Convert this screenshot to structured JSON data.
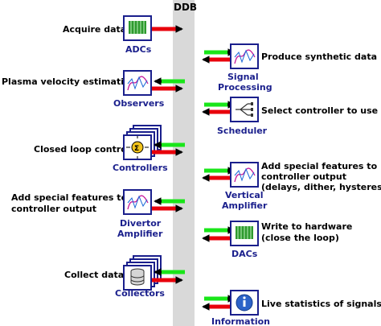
{
  "bus": {
    "label": "DDB"
  },
  "left_modules": [
    {
      "name": "ADCs",
      "description": "Acquire data"
    },
    {
      "name": "Observers",
      "description": "Plasma velocity estimation"
    },
    {
      "name": "Controllers",
      "description": "Closed loop control"
    },
    {
      "name_lines": [
        "Divertor",
        "Amplifier"
      ],
      "description_lines": [
        "Add special features to",
        "controller output"
      ]
    },
    {
      "name": "Collectors",
      "description": "Collect data"
    }
  ],
  "right_modules": [
    {
      "name_lines": [
        "Signal",
        "Processing"
      ],
      "description": "Produce synthetic data"
    },
    {
      "name": "Scheduler",
      "description": "Select controller to use"
    },
    {
      "name_lines": [
        "Vertical",
        "Amplifier"
      ],
      "description_lines": [
        "Add special features to",
        "controller output",
        "(delays, dither, hysteresis)"
      ]
    },
    {
      "name": "DACs",
      "description_lines": [
        "Write to hardware",
        "(close the loop)"
      ]
    },
    {
      "name": "Information",
      "description": "Live statistics of signals"
    }
  ],
  "colors": {
    "bus": "#d9d9d9",
    "write_arrow": "#e8000b",
    "read_arrow": "#19e619",
    "label_blue": "#1a1f8c",
    "icon_border": "#1a1f8c"
  }
}
